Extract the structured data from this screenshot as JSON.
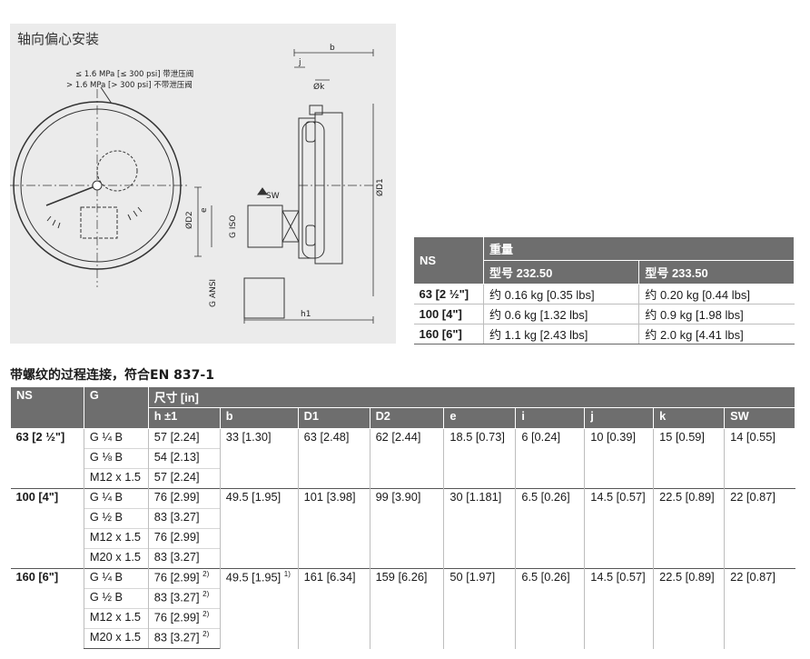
{
  "diagram": {
    "title": "轴向偏心安装",
    "valve_note_1": "≤ 1.6 MPa [≤ 300 psi] 带泄压阀",
    "valve_note_2": "> 1.6 MPa [> 300 psi] 不带泄压阀",
    "labels": {
      "b": "b",
      "j": "j",
      "k": "Øk",
      "d1": "ØD1",
      "d2": "ØD2",
      "e": "e",
      "sw": "SW",
      "g_iso": "G ISO",
      "g_ansi": "G ANSI",
      "h1": "h1"
    }
  },
  "weight_table": {
    "h_ns": "NS",
    "h_weight": "重量",
    "h_model1": "型号 232.50",
    "h_model2": "型号 233.50",
    "rows": [
      {
        "ns": "63 [2 ½\"]",
        "w1": "约 0.16 kg [0.35 lbs]",
        "w2": "约 0.20 kg [0.44 lbs]"
      },
      {
        "ns": "100 [4\"]",
        "w1": "约 0.6 kg [1.32 lbs]",
        "w2": "约 0.9 kg [1.98 lbs]"
      },
      {
        "ns": "160 [6\"]",
        "w1": "约 1.1 kg [2.43 lbs]",
        "w2": "约 2.0 kg [4.41 lbs]"
      }
    ]
  },
  "dims_table": {
    "title": "带螺纹的过程连接，符合EN 837-1",
    "h_ns": "NS",
    "h_g": "G",
    "h_dims": "尺寸 [in]",
    "cols": [
      "h ±1",
      "b",
      "D1",
      "D2",
      "e",
      "i",
      "j",
      "k",
      "SW"
    ],
    "groups": [
      {
        "ns": "63 [2 ½\"]",
        "b": "33 [1.30]",
        "d1": "63 [2.48]",
        "d2": "62 [2.44]",
        "e": "18.5 [0.73]",
        "i": "6 [0.24]",
        "j": "10 [0.39]",
        "k": "15 [0.59]",
        "sw": "14 [0.55]",
        "rows": [
          {
            "g": "G ¼ B",
            "h": "57 [2.24]"
          },
          {
            "g": "G ⅛ B",
            "h": "54 [2.13]"
          },
          {
            "g": "M12 x 1.5",
            "h": "57 [2.24]"
          }
        ]
      },
      {
        "ns": "100 [4\"]",
        "b": "49.5 [1.95]",
        "d1": "101 [3.98]",
        "d2": "99 [3.90]",
        "e": "30 [1.181]",
        "i": "6.5 [0.26]",
        "j": "14.5 [0.57]",
        "k": "22.5 [0.89]",
        "sw": "22 [0.87]",
        "rows": [
          {
            "g": "G ¼ B",
            "h": "76 [2.99]"
          },
          {
            "g": "G ½ B",
            "h": "83 [3.27]"
          },
          {
            "g": "M12 x 1.5",
            "h": "76 [2.99]"
          },
          {
            "g": "M20 x 1.5",
            "h": "83 [3.27]"
          }
        ]
      },
      {
        "ns": "160 [6\"]",
        "b": "49.5 [1.95]",
        "b_sup": "1)",
        "d1": "161 [6.34]",
        "d2": "159 [6.26]",
        "e": "50 [1.97]",
        "i": "6.5 [0.26]",
        "j": "14.5 [0.57]",
        "k": "22.5 [0.89]",
        "sw": "22 [0.87]",
        "rows": [
          {
            "g": "G ¼ B",
            "h": "76 [2.99]",
            "sup": "2)"
          },
          {
            "g": "G ½ B",
            "h": "83 [3.27]",
            "sup": "2)"
          },
          {
            "g": "M12 x 1.5",
            "h": "76 [2.99]",
            "sup": "2)"
          },
          {
            "g": "M20 x 1.5",
            "h": "83 [3.27]",
            "sup": "2)"
          }
        ]
      }
    ]
  }
}
